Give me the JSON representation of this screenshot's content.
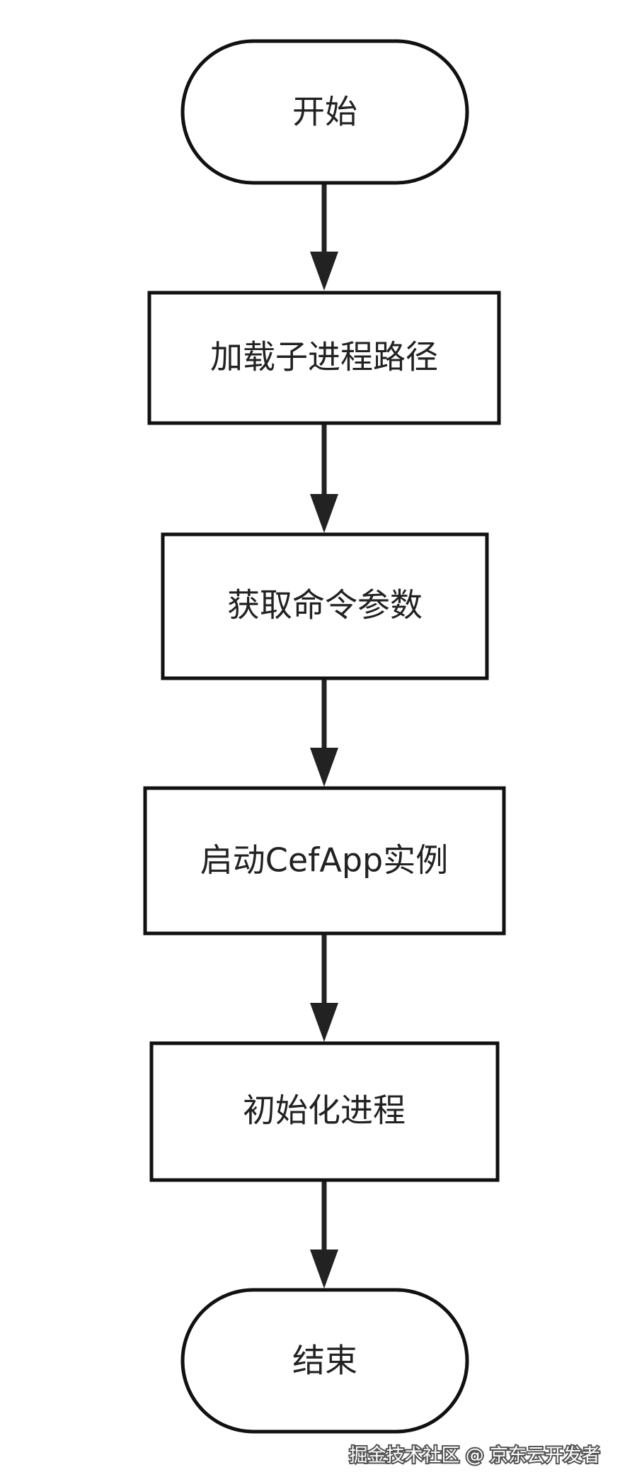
{
  "nodes": [
    {
      "id": "start",
      "shape": "terminal",
      "label": "开始"
    },
    {
      "id": "load-subprocess-path",
      "shape": "process",
      "label": "加载子进程路径"
    },
    {
      "id": "get-command-args",
      "shape": "process",
      "label": "获取命令参数"
    },
    {
      "id": "launch-cefapp",
      "shape": "process",
      "label": "启动CefApp实例"
    },
    {
      "id": "init-process",
      "shape": "process",
      "label": "初始化进程"
    },
    {
      "id": "end",
      "shape": "terminal",
      "label": "结束"
    }
  ],
  "edges": [
    {
      "from": "start",
      "to": "load-subprocess-path"
    },
    {
      "from": "load-subprocess-path",
      "to": "get-command-args"
    },
    {
      "from": "get-command-args",
      "to": "launch-cefapp"
    },
    {
      "from": "launch-cefapp",
      "to": "init-process"
    },
    {
      "from": "init-process",
      "to": "end"
    }
  ],
  "watermark": "掘金技术社区 @ 京东云开发者",
  "colors": {
    "stroke": "#111111",
    "connector": "#222222",
    "text": "#222222",
    "background": "#ffffff"
  }
}
